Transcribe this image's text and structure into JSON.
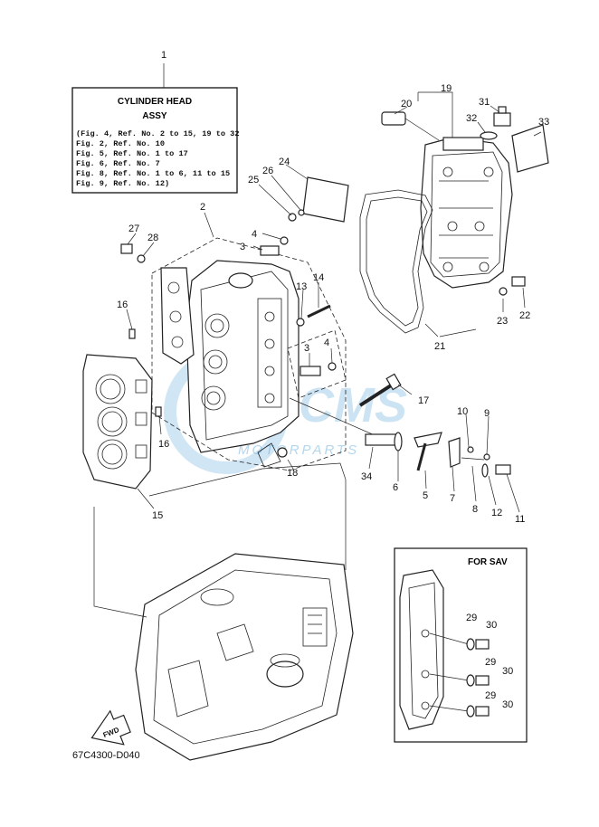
{
  "title_box": {
    "ref": "1",
    "title_line1": "CYLINDER HEAD",
    "title_line2": "ASSY",
    "fig_lines": [
      "(Fig. 4, Ref. No. 2 to 15, 19 to 32",
      " Fig. 2, Ref. No. 10",
      " Fig. 5, Ref. No. 1 to 17",
      " Fig. 6, Ref. No. 7",
      " Fig. 8, Ref. No. 1 to 6, 11 to 15",
      " Fig. 9, Ref. No. 12)"
    ]
  },
  "inset": {
    "title": "FOR SAV",
    "labels": [
      "29",
      "30",
      "29",
      "30",
      "29",
      "30"
    ]
  },
  "part_labels": {
    "l19": "19",
    "l20": "20",
    "l31": "31",
    "l32": "32",
    "l33": "33",
    "l24": "24",
    "l26": "26",
    "l25": "25",
    "l2": "2",
    "l4a": "4",
    "l3a": "3",
    "l27": "27",
    "l28": "28",
    "l14": "14",
    "l13": "13",
    "l16a": "16",
    "l3b": "3",
    "l4b": "4",
    "l23": "23",
    "l22": "22",
    "l21": "21",
    "l17": "17",
    "l10": "10",
    "l9": "9",
    "l16b": "16",
    "l18": "18",
    "l34": "34",
    "l6": "6",
    "l5": "5",
    "l7": "7",
    "l8": "8",
    "l12": "12",
    "l11": "11",
    "l15": "15"
  },
  "fwd_label": "FWD",
  "diagram_code": "67C4300-D040",
  "watermark": {
    "text": "MOTORPARTS",
    "color": "#5aa6d8"
  }
}
